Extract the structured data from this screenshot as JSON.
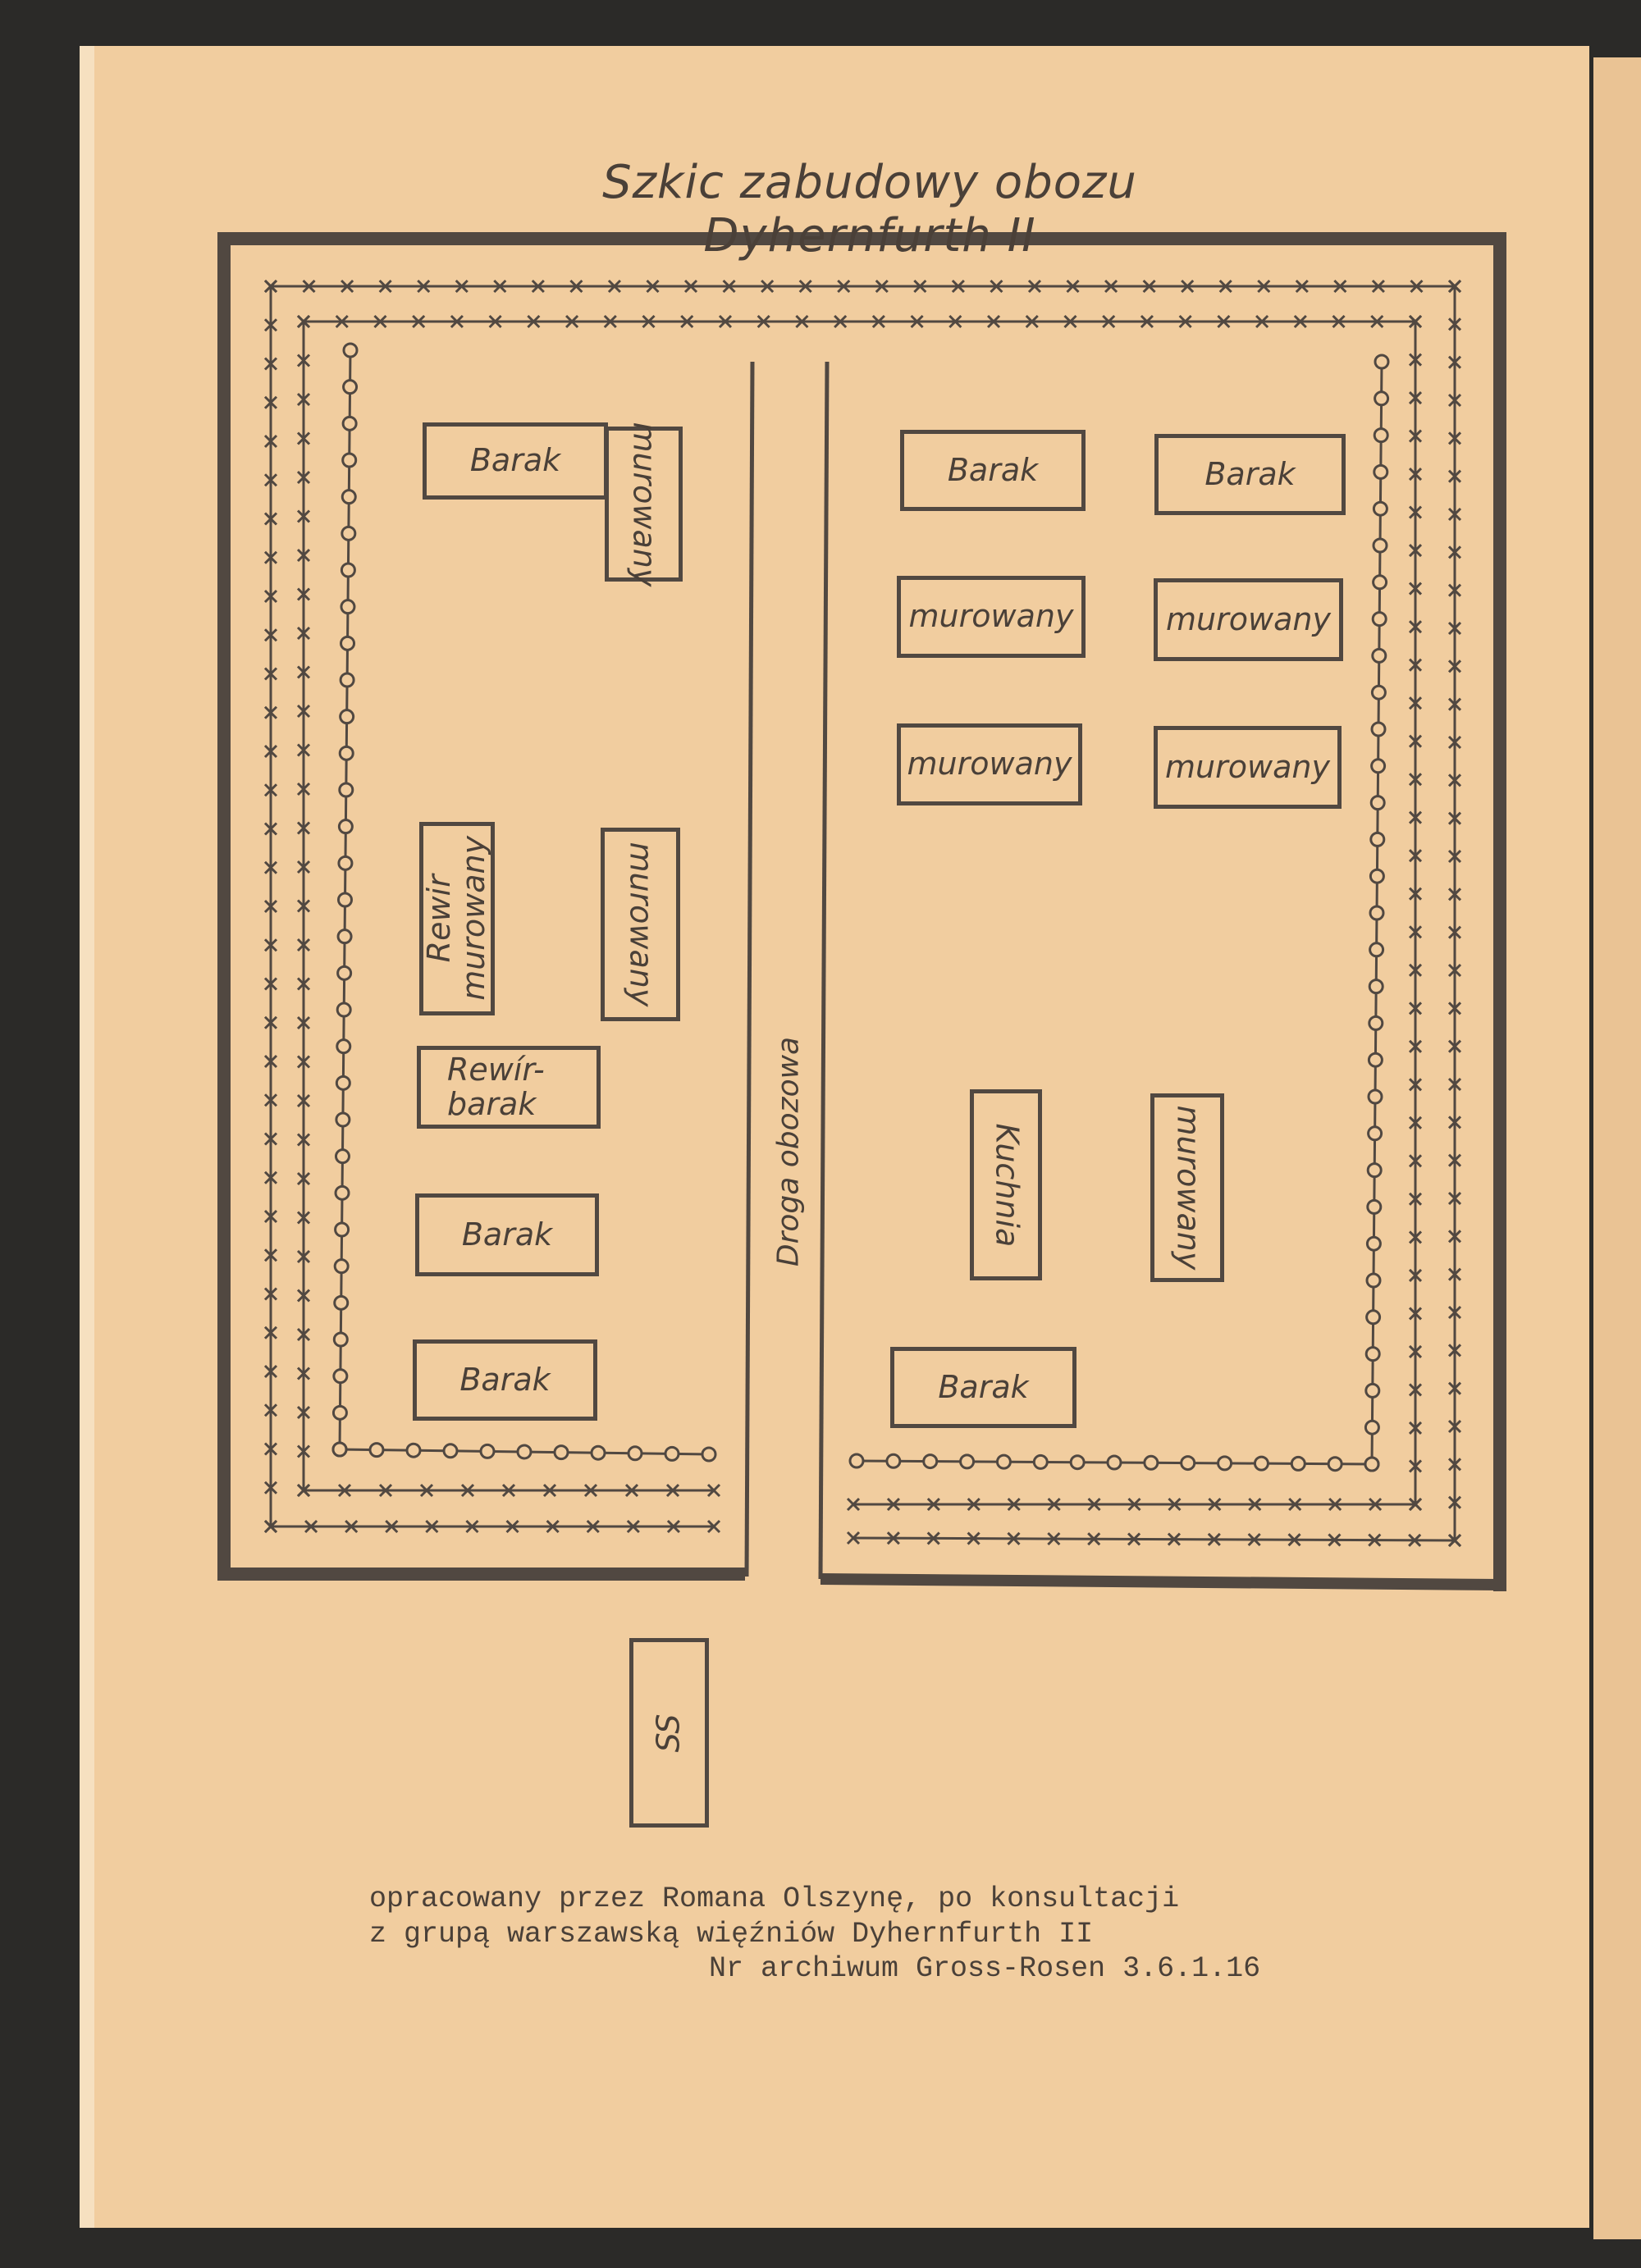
{
  "title": "Szkic zabudowy obozu Dyhernfurth II",
  "road_label": "Droga obozowa",
  "buildings": {
    "left_barak_top": "Barak",
    "left_murowany_top": "murowany",
    "rewir_murowany": "Rewir murowany",
    "left_murowany_mid": "murowany",
    "rewir_barak": "Rewír-barak",
    "left_barak_mid": "Barak",
    "left_barak_bottom": "Barak",
    "ss": "SS",
    "right_barak_1": "Barak",
    "right_barak_2": "Barak",
    "right_murowany_1": "murowany",
    "right_murowany_2": "murowany",
    "right_murowany_3": "murowany",
    "right_murowany_4": "murowany",
    "kuchnia": "Kuchnia",
    "right_murowany_vertical": "murowany",
    "right_barak_bottom": "Barak"
  },
  "caption": {
    "line1": "opracowany przez Romana Olszynę, po konsultacji",
    "line2": "z grupą warszawską więźniów Dyhernfurth II",
    "line3": "Nr archiwum Gross-Rosen 3.6.1.16"
  },
  "colors": {
    "paper": "#f1cd9f",
    "ink": "#514841",
    "background": "#2b2a28"
  }
}
